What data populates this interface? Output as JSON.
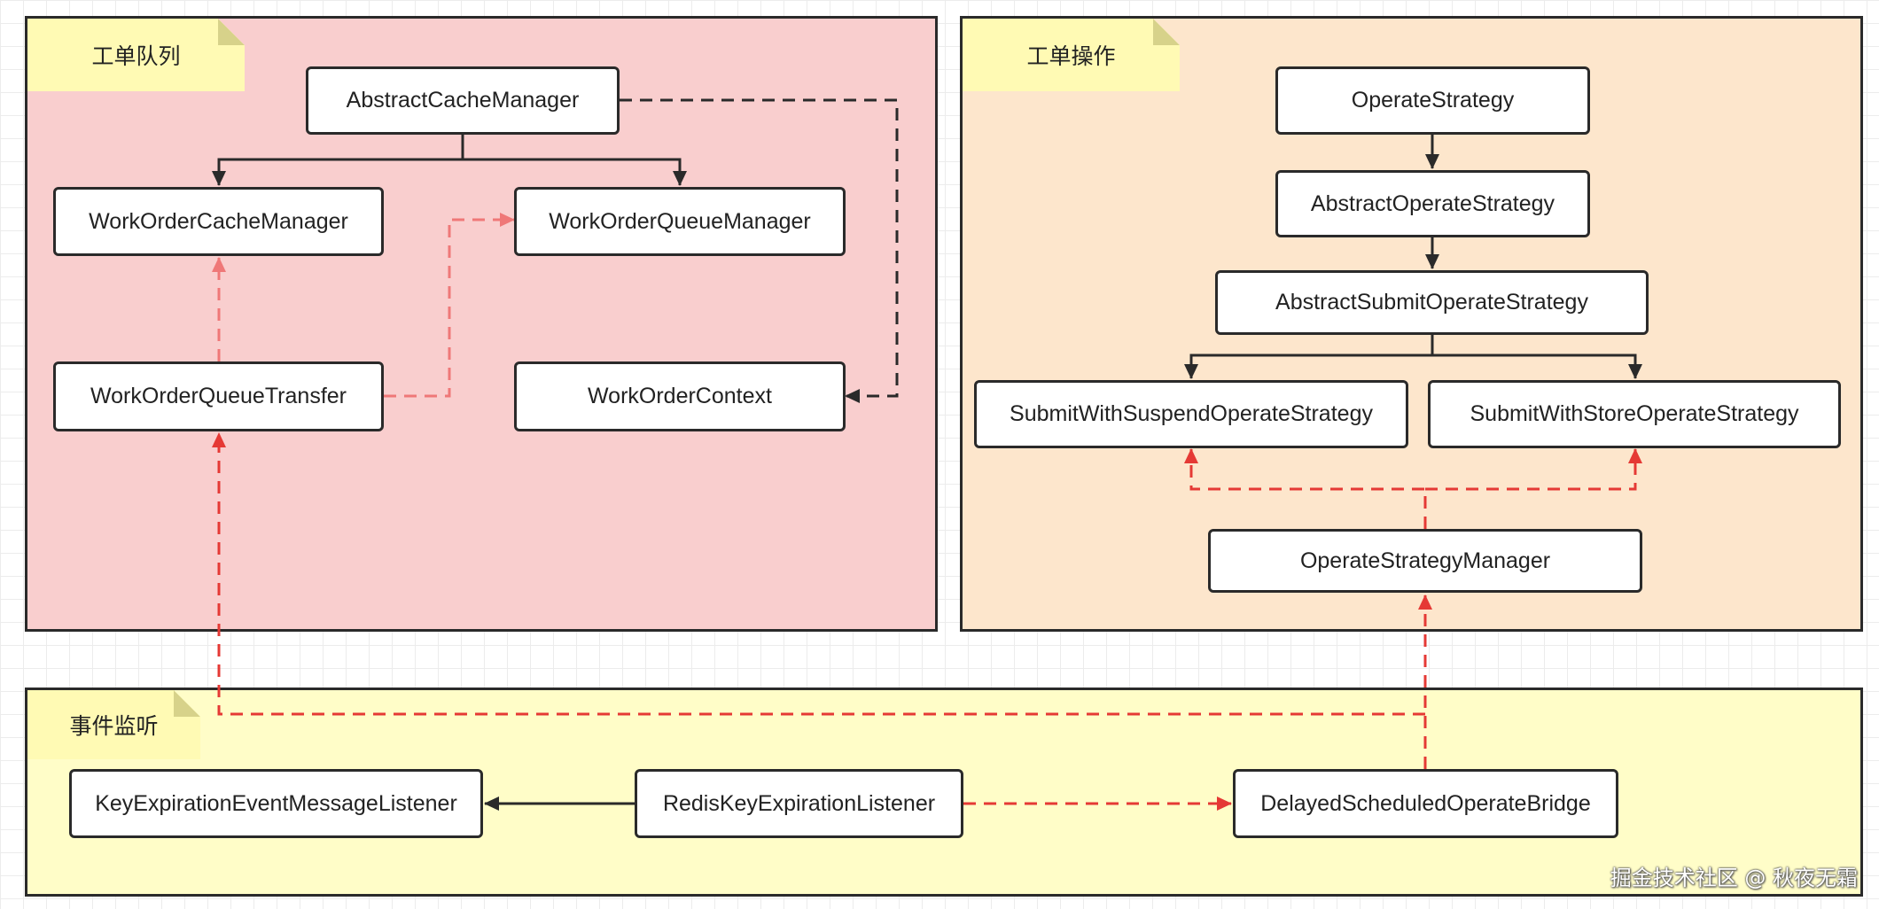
{
  "groups": {
    "queue": {
      "title": "工单队列",
      "fill": "#f9cece"
    },
    "operate": {
      "title": "工单操作",
      "fill": "#fde6cc"
    },
    "event": {
      "title": "事件监听",
      "fill": "#fffdc8"
    }
  },
  "nodes": {
    "abstract_cache_manager": "AbstractCacheManager",
    "work_order_cache_manager": "WorkOrderCacheManager",
    "work_order_queue_manager": "WorkOrderQueueManager",
    "work_order_queue_transfer": "WorkOrderQueueTransfer",
    "work_order_context": "WorkOrderContext",
    "operate_strategy": "OperateStrategy",
    "abstract_operate_strategy": "AbstractOperateStrategy",
    "abstract_submit_operate_strategy": "AbstractSubmitOperateStrategy",
    "submit_with_suspend_operate_strategy": "SubmitWithSuspendOperateStrategy",
    "submit_with_store_operate_strategy": "SubmitWithStoreOperateStrategy",
    "operate_strategy_manager": "OperateStrategyManager",
    "key_expiration_event_message_listener": "KeyExpirationEventMessageListener",
    "redis_key_expiration_listener": "RedisKeyExpirationListener",
    "delayed_scheduled_operate_bridge": "DelayedScheduledOperateBridge"
  },
  "colors": {
    "line_dark": "#2a2a2a",
    "line_red": "#e53935",
    "line_pink": "#ef7878"
  },
  "watermark": "掘金技术社区 @ 秋夜无霜"
}
